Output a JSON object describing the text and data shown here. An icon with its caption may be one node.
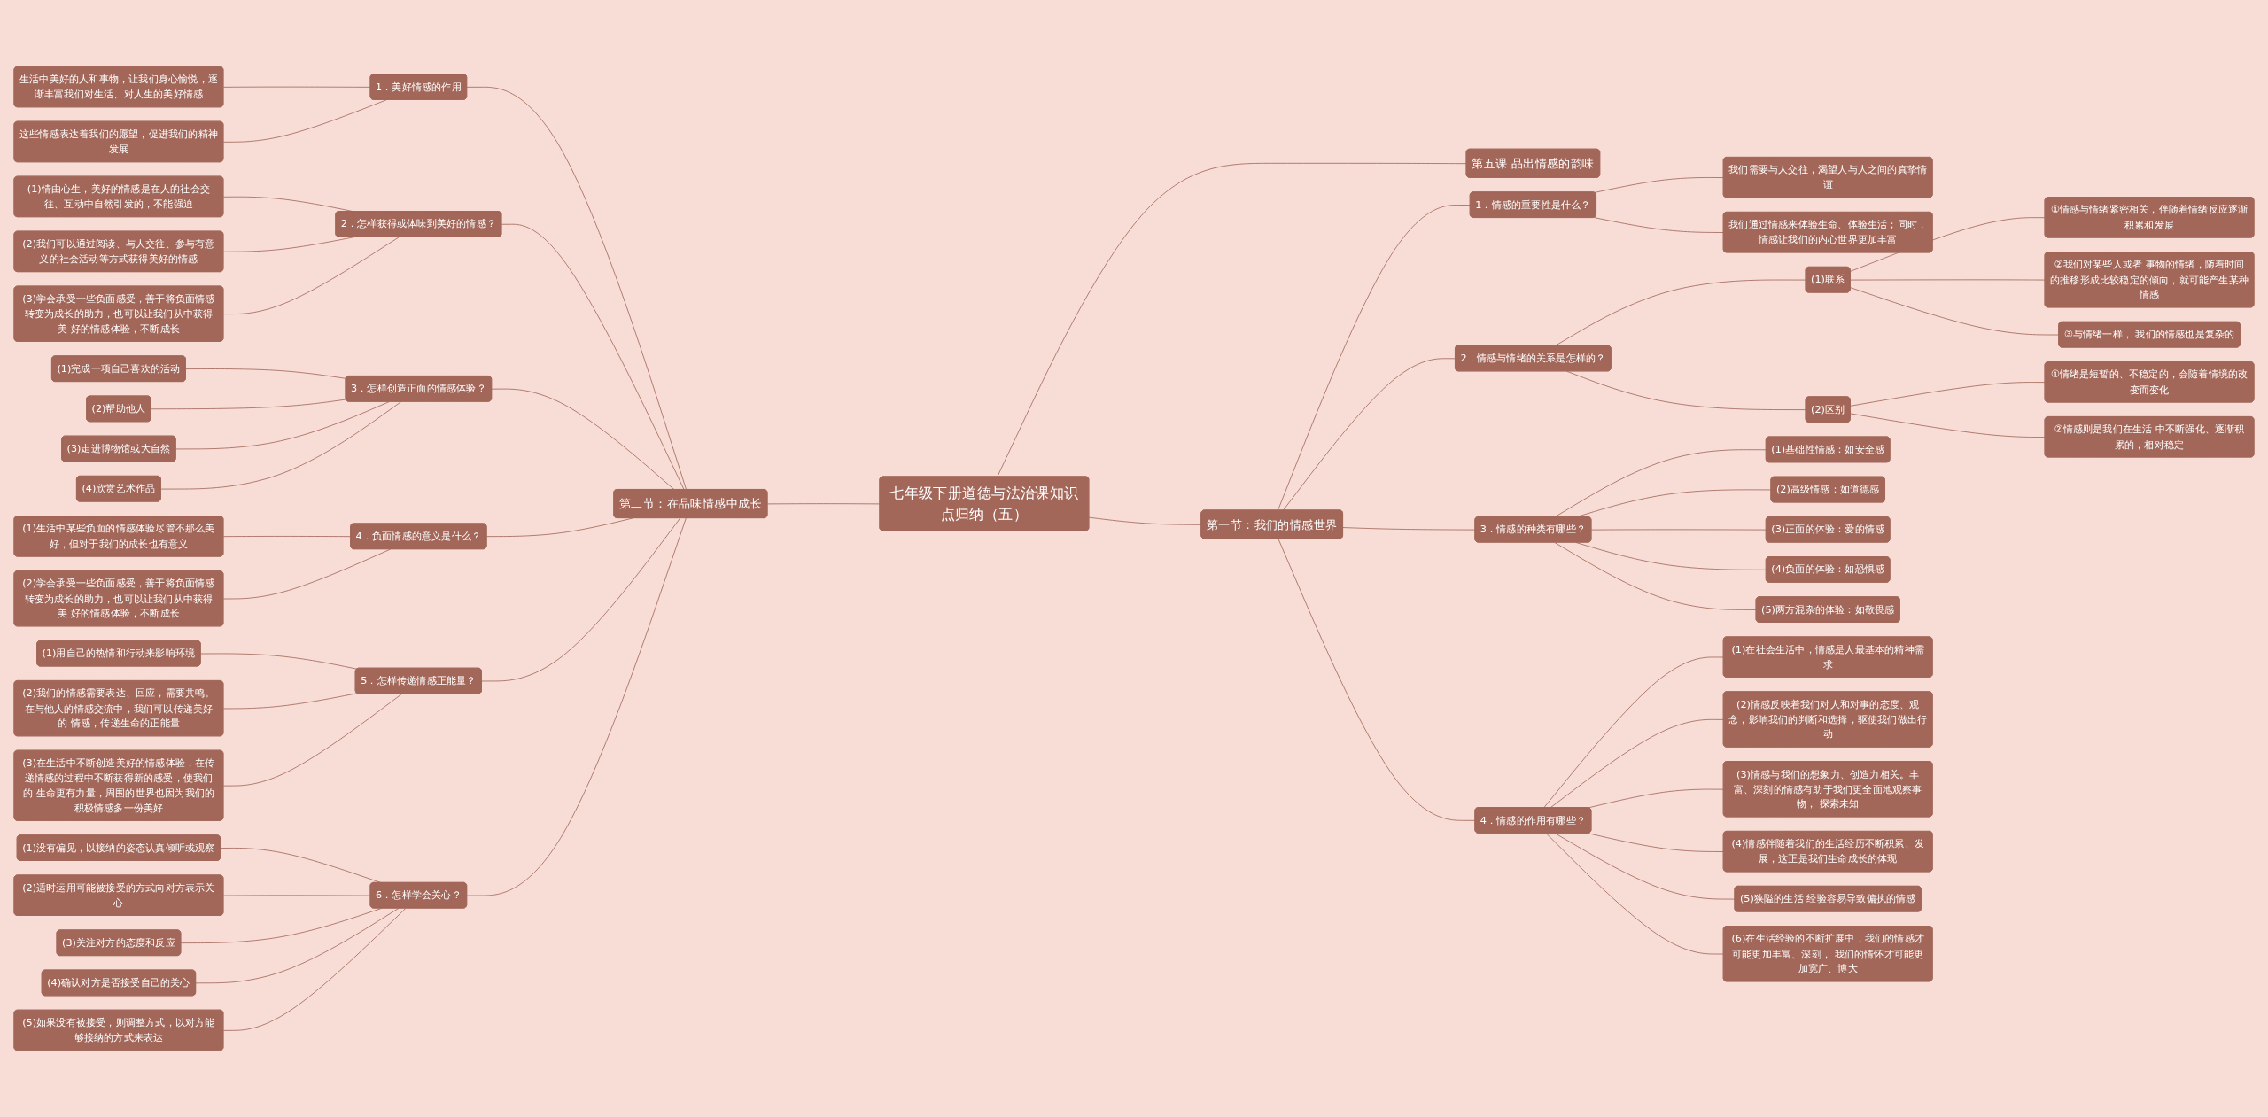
{
  "diagram": {
    "nodes": [
      {
        "text": [
          "七年级下册道德与法治课知识点归纳（五）"
        ]
      },
      {
        "text": [
          "第二节：在品味情感中成长"
        ]
      },
      {
        "text": [
          "1．美好情感的作用"
        ]
      },
      {
        "text": [
          "生活中美好的人和事物，让我们身心愉悦，逐渐丰富我们对生活、对人生的美好情感"
        ]
      },
      {
        "text": [
          "这些情感表达着我们的愿望，促进我们的精神发展"
        ]
      },
      {
        "text": [
          "2．怎样获得或体味到美好的情感？"
        ]
      },
      {
        "text": [
          "(1)情由心生，美好的情感是在人的社会交往、互动中自然引发的，不能强迫"
        ]
      },
      {
        "text": [
          "(2)我们可以通过阅读、与人交往、参与有意义的社会活动等方式获得美好的情感"
        ]
      },
      {
        "text": [
          "(3)学会承受一些负面感受，善于将负面情感转变为成长的助力，也可以让我们从中获得美 好的情感体验，不断成长"
        ]
      },
      {
        "text": [
          "3．怎样创造正面的情感体验？"
        ]
      },
      {
        "text": [
          "(1)完成一项自己喜欢的活动"
        ]
      },
      {
        "text": [
          "(2)帮助他人"
        ]
      },
      {
        "text": [
          "(3)走进博物馆或大自然"
        ]
      },
      {
        "text": [
          "(4)欣赏艺术作品"
        ]
      },
      {
        "text": [
          "4．负面情感的意义是什么？"
        ]
      },
      {
        "text": [
          "(1)生活中某些负面的情感体验尽管不那么美好，但对于我们的成长也有意义"
        ]
      },
      {
        "text": [
          "(2)学会承受一些负面感受，善于将负面情感转变为成长的助力，也可以让我们从中获得美 好的情感体验，不断成长"
        ]
      },
      {
        "text": [
          "5．怎样传递情感正能量？"
        ]
      },
      {
        "text": [
          "(1)用自己的热情和行动来影响环境"
        ]
      },
      {
        "text": [
          "(2)我们的情感需要表达、回应，需要共鸣。在与他人的情感交流中，我们可以传递美好的 情感，传递生命的正能量"
        ]
      },
      {
        "text": [
          "(3)在生活中不断创造美好的情感体验，在传递情感的过程中不断获得新的感受，使我们的 生命更有力量，周围的世界也因为我们的积极情感多一份美好"
        ]
      },
      {
        "text": [
          "6．怎样学会关心？"
        ]
      },
      {
        "text": [
          "(1)没有偏见，以接纳的姿态认真倾听或观察"
        ]
      },
      {
        "text": [
          "(2)适时运用可能被接受的方式向对方表示关心"
        ]
      },
      {
        "text": [
          "(3)关注对方的态度和反应"
        ]
      },
      {
        "text": [
          "(4)确认对方是否接受自己的关心"
        ]
      },
      {
        "text": [
          "(5)如果没有被接受，则调整方式，以对方能够接纳的方式来表达"
        ]
      },
      {
        "text": [
          "第五课 品出情感的韵味"
        ]
      },
      {
        "text": [
          "第一节：我们的情感世界"
        ]
      },
      {
        "text": [
          "1．情感的重要性是什么？"
        ]
      },
      {
        "text": [
          "我们需要与人交往，渴望人与人之间的真挚情谊"
        ]
      },
      {
        "text": [
          "我们通过情感来体验生命、体验生活；同时，情感让我们的内心世界更加丰富"
        ]
      },
      {
        "text": [
          "2．情感与情绪的关系是怎样的？"
        ]
      },
      {
        "text": [
          "(1)联系"
        ]
      },
      {
        "text": [
          "①情感与情绪紧密相关，伴随着情绪反应逐渐积累和发展"
        ]
      },
      {
        "text": [
          "②我们对某些人或者 事物的情绪，随着时间的推移形成比较稳定的倾向，就可能产生某种情感"
        ]
      },
      {
        "text": [
          "③与情绪一样， 我们的情感也是复杂的"
        ]
      },
      {
        "text": [
          "(2)区别"
        ]
      },
      {
        "text": [
          "①情绪是短暂的、不稳定的，会随着情境的改变而变化"
        ]
      },
      {
        "text": [
          "②情感则是我们在生活 中不断强化、逐渐积累的，相对稳定"
        ]
      },
      {
        "text": [
          "3．情感的种类有哪些？"
        ]
      },
      {
        "text": [
          "(1)基础性情感：如安全感"
        ]
      },
      {
        "text": [
          "(2)高级情感：如道德感"
        ]
      },
      {
        "text": [
          "(3)正面的体验：爱的情感"
        ]
      },
      {
        "text": [
          "(4)负面的体验：如恐惧感"
        ]
      },
      {
        "text": [
          "(5)两方混杂的体验：如敬畏感"
        ]
      },
      {
        "text": [
          "4．情感的作用有哪些？"
        ]
      },
      {
        "text": [
          "(1)在社会生活中，情感是人最基本的精神需求"
        ]
      },
      {
        "text": [
          "(2)情感反映着我们对人和对事的态度、观念，影响我们的判断和选择，驱使我们做出行动"
        ]
      },
      {
        "text": [
          "(3)情感与我们的想象力、创造力相关。丰富、深刻的情感有助于我们更全面地观察事物， 探索未知"
        ]
      },
      {
        "text": [
          "(4)情感伴随着我们的生活经历不断积累、发展，这正是我们生命成长的体现"
        ]
      },
      {
        "text": [
          "(5)狭隘的生活 经验容易导致偏执的情感"
        ]
      },
      {
        "text": [
          "(6)在生活经验的不断扩展中，我们的情感才可能更加丰富、深刻， 我们的情怀才可能更加宽广、博大"
        ]
      }
    ],
    "edges": [
      {
        "from": 0,
        "to": 1,
        "arrow": "none"
      },
      {
        "from": 1,
        "to": 2,
        "arrow": "none"
      },
      {
        "from": 2,
        "to": 3,
        "arrow": "none"
      },
      {
        "from": 2,
        "to": 4,
        "arrow": "none"
      },
      {
        "from": 1,
        "to": 5,
        "arrow": "none"
      },
      {
        "from": 5,
        "to": 6,
        "arrow": "none"
      },
      {
        "from": 5,
        "to": 7,
        "arrow": "none"
      },
      {
        "from": 5,
        "to": 8,
        "arrow": "none"
      },
      {
        "from": 1,
        "to": 9,
        "arrow": "none"
      },
      {
        "from": 9,
        "to": 10,
        "arrow": "none"
      },
      {
        "from": 9,
        "to": 11,
        "arrow": "none"
      },
      {
        "from": 9,
        "to": 12,
        "arrow": "none"
      },
      {
        "from": 9,
        "to": 13,
        "arrow": "none"
      },
      {
        "from": 1,
        "to": 14,
        "arrow": "none"
      },
      {
        "from": 14,
        "to": 15,
        "arrow": "none"
      },
      {
        "from": 14,
        "to": 16,
        "arrow": "none"
      },
      {
        "from": 1,
        "to": 17,
        "arrow": "none"
      },
      {
        "from": 17,
        "to": 18,
        "arrow": "none"
      },
      {
        "from": 17,
        "to": 19,
        "arrow": "none"
      },
      {
        "from": 17,
        "to": 20,
        "arrow": "none"
      },
      {
        "from": 1,
        "to": 21,
        "arrow": "none"
      },
      {
        "from": 21,
        "to": 22,
        "arrow": "none"
      },
      {
        "from": 21,
        "to": 23,
        "arrow": "none"
      },
      {
        "from": 21,
        "to": 24,
        "arrow": "none"
      },
      {
        "from": 21,
        "to": 25,
        "arrow": "none"
      },
      {
        "from": 21,
        "to": 26,
        "arrow": "none"
      },
      {
        "from": 0,
        "to": 27,
        "arrow": "none"
      },
      {
        "from": 0,
        "to": 28,
        "arrow": "none"
      },
      {
        "from": 28,
        "to": 29,
        "arrow": "none"
      },
      {
        "from": 29,
        "to": 30,
        "arrow": "none"
      },
      {
        "from": 29,
        "to": 31,
        "arrow": "none"
      },
      {
        "from": 28,
        "to": 32,
        "arrow": "none"
      },
      {
        "from": 32,
        "to": 33,
        "arrow": "none"
      },
      {
        "from": 33,
        "to": 34,
        "arrow": "none"
      },
      {
        "from": 33,
        "to": 35,
        "arrow": "none"
      },
      {
        "from": 33,
        "to": 36,
        "arrow": "none"
      },
      {
        "from": 32,
        "to": 37,
        "arrow": "none"
      },
      {
        "from": 37,
        "to": 38,
        "arrow": "none"
      },
      {
        "from": 37,
        "to": 39,
        "arrow": "none"
      },
      {
        "from": 28,
        "to": 40,
        "arrow": "none"
      },
      {
        "from": 40,
        "to": 41,
        "arrow": "none"
      },
      {
        "from": 40,
        "to": 42,
        "arrow": "none"
      },
      {
        "from": 40,
        "to": 43,
        "arrow": "none"
      },
      {
        "from": 40,
        "to": 44,
        "arrow": "none"
      },
      {
        "from": 40,
        "to": 45,
        "arrow": "none"
      },
      {
        "from": 28,
        "to": 46,
        "arrow": "none"
      },
      {
        "from": 46,
        "to": 47,
        "arrow": "none"
      },
      {
        "from": 46,
        "to": 48,
        "arrow": "none"
      },
      {
        "from": 46,
        "to": 49,
        "arrow": "none"
      },
      {
        "from": 46,
        "to": 50,
        "arrow": "none"
      },
      {
        "from": 46,
        "to": 51,
        "arrow": "none"
      },
      {
        "from": 46,
        "to": 52,
        "arrow": "none"
      }
    ]
  }
}
